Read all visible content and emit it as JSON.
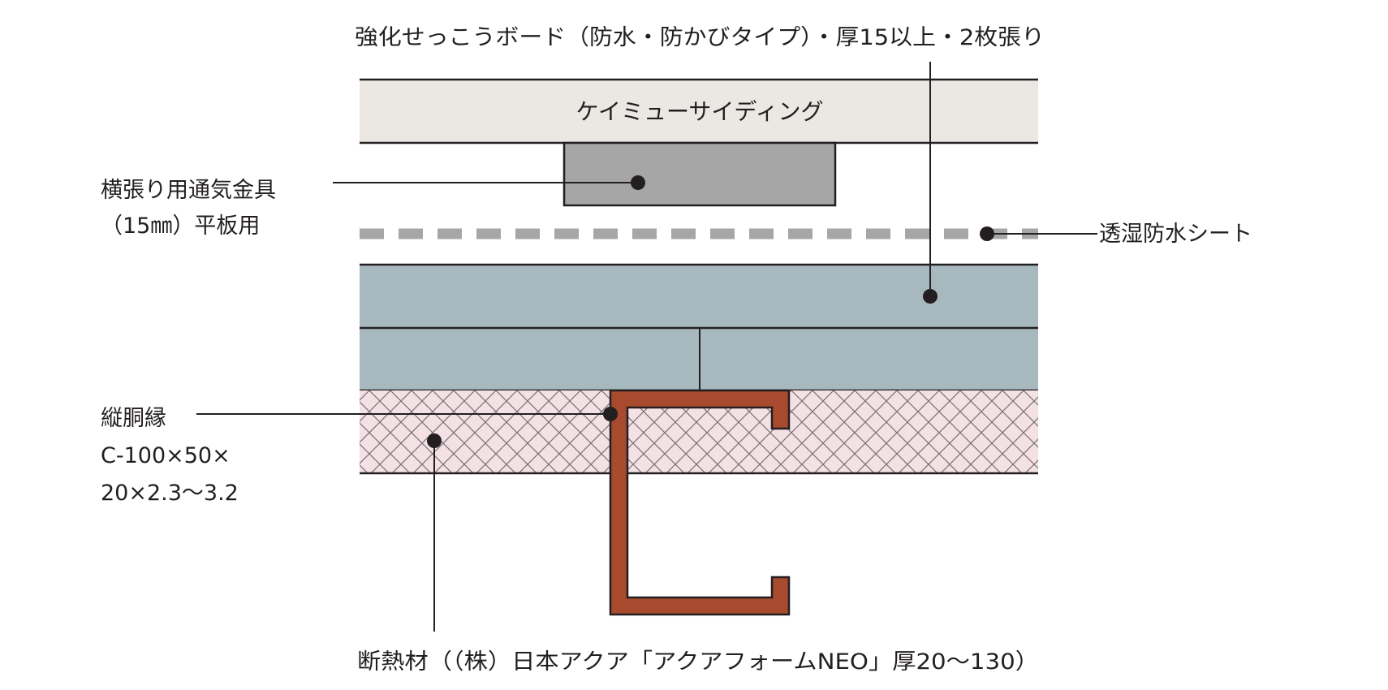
{
  "labels": {
    "gypsum_board": "強化せっこうボード（防水・防かびタイプ）・厚15以上・2枚張り",
    "siding": "ケイミューサイディング",
    "vent_fitting_line1": "横張り用通気金具",
    "vent_fitting_line2": "（15㎜）平板用",
    "membrane": "透湿防水シート",
    "stud_line1": "縦胴縁",
    "stud_line2": "C-100×50×",
    "stud_line3": "20×2.3〜3.2",
    "insulation": "断熱材（（株）日本アクア「アクアフォームNEO」厚20〜130）"
  },
  "colors": {
    "siding": "#ebe8e4",
    "fitting": "#a6a6a6",
    "membrane_dash": "#a6a6a6",
    "board": "#a7b8bf",
    "insulation_fill": "#f3e1e5",
    "insulation_hatch": "#7a7072",
    "channel": "#a84a2d",
    "line": "#231f20"
  }
}
